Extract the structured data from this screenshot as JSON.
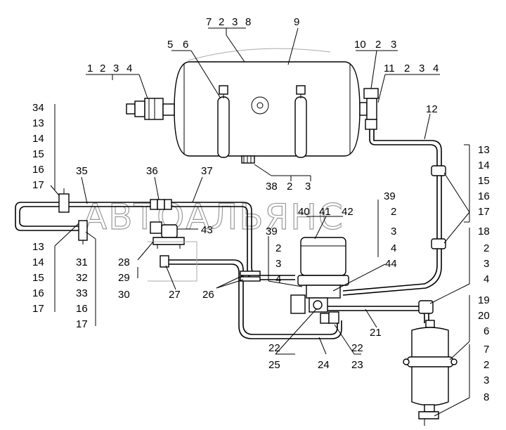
{
  "watermark": "АВТОАЛЬЯНС",
  "callouts": {
    "c_7": "7",
    "c_2a": "2",
    "c_3a": "3",
    "c_8a": "8",
    "c_9": "9",
    "c_5": "5",
    "c_6a": "6",
    "c_1": "1",
    "c_2b": "2",
    "c_3b": "3",
    "c_4a": "4",
    "c_10": "10",
    "c_2c": "2",
    "c_3c": "3",
    "c_11": "11",
    "c_2d": "2",
    "c_3d": "3",
    "c_4b": "4",
    "c_12": "12",
    "c_34": "34",
    "c_13a": "13",
    "c_14a": "14",
    "c_15a": "15",
    "c_16a": "16",
    "c_17a": "17",
    "c_35": "35",
    "c_36": "36",
    "c_37": "37",
    "c_38": "38",
    "c_2e": "2",
    "c_3e": "3",
    "c_39a": "39",
    "c_2f": "2",
    "c_3f": "3",
    "c_4c": "4",
    "c_44": "44",
    "c_40": "40",
    "c_41": "41",
    "c_42": "42",
    "c_39b": "39",
    "c_2g": "2",
    "c_3g": "3",
    "c_4d": "4",
    "c_43": "43",
    "c_13b": "13",
    "c_14b": "14",
    "c_15b": "15",
    "c_16b": "16",
    "c_17b": "17",
    "c_31": "31",
    "c_32": "32",
    "c_33": "33",
    "c_16c": "16",
    "c_17c": "17",
    "c_28": "28",
    "c_29": "29",
    "c_30": "30",
    "c_27": "27",
    "c_26": "26",
    "c_13c": "13",
    "c_14c": "14",
    "c_15c": "15",
    "c_16d": "16",
    "c_17d": "17",
    "c_18": "18",
    "c_2h": "2",
    "c_3h": "3",
    "c_4e": "4",
    "c_19": "19",
    "c_20": "20",
    "c_6b": "6",
    "c_7b": "7",
    "c_2i": "2",
    "c_3i": "3",
    "c_8b": "8",
    "c_21": "21",
    "c_22a": "22",
    "c_25": "25",
    "c_24": "24",
    "c_22b": "22",
    "c_23": "23"
  }
}
